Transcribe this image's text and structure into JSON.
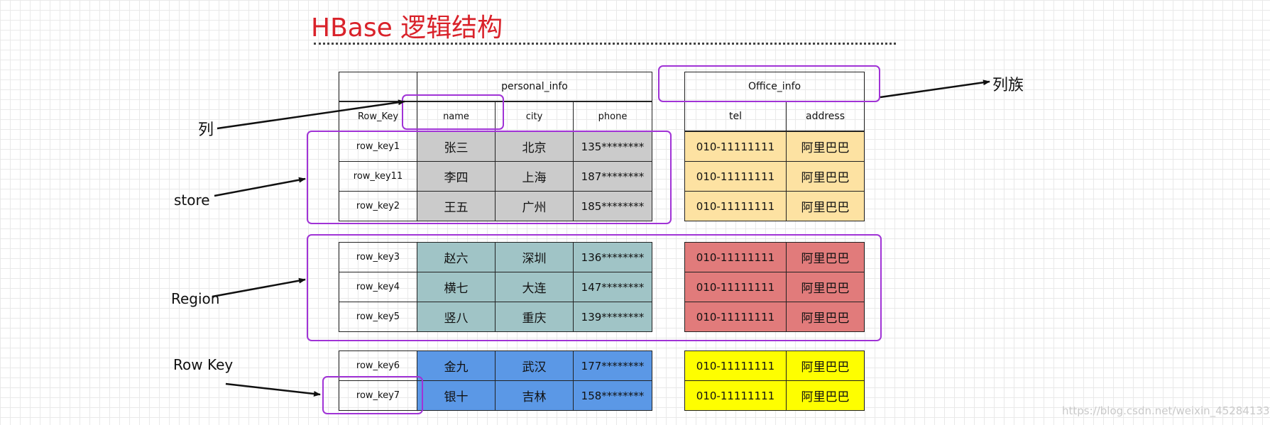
{
  "title": "HBase 逻辑结构",
  "table": {
    "row_key_header": "Row_Key",
    "family_personal": "personal_info",
    "family_office": "Office_info",
    "personal_columns": [
      "name",
      "city",
      "phone"
    ],
    "office_columns": [
      "tel",
      "address"
    ],
    "rows": [
      {
        "key": "row_key1",
        "name": "张三",
        "city": "北京",
        "phone": "135********",
        "tel": "010-11111111",
        "address": "阿里巴巴"
      },
      {
        "key": "row_key11",
        "name": "李四",
        "city": "上海",
        "phone": "187********",
        "tel": "010-11111111",
        "address": "阿里巴巴"
      },
      {
        "key": "row_key2",
        "name": "王五",
        "city": "广州",
        "phone": "185********",
        "tel": "010-11111111",
        "address": "阿里巴巴"
      },
      {
        "key": "row_key3",
        "name": "赵六",
        "city": "深圳",
        "phone": "136********",
        "tel": "010-11111111",
        "address": "阿里巴巴"
      },
      {
        "key": "row_key4",
        "name": "横七",
        "city": "大连",
        "phone": "147********",
        "tel": "010-11111111",
        "address": "阿里巴巴"
      },
      {
        "key": "row_key5",
        "name": "竖八",
        "city": "重庆",
        "phone": "139********",
        "tel": "010-11111111",
        "address": "阿里巴巴"
      },
      {
        "key": "row_key6",
        "name": "金九",
        "city": "武汉",
        "phone": "177********",
        "tel": "010-11111111",
        "address": "阿里巴巴"
      },
      {
        "key": "row_key7",
        "name": "银十",
        "city": "吉林",
        "phone": "158********",
        "tel": "010-11111111",
        "address": "阿里巴巴"
      }
    ]
  },
  "annotations": {
    "column": "列",
    "column_family": "列族",
    "store": "store",
    "region": "Region",
    "row_key": "Row Key"
  },
  "watermark": "https://blog.csdn.net/weixin_45284133",
  "colors": {
    "title": "#d9222a",
    "highlight": "#a033d6",
    "group1_personal": "#cbcbcb",
    "group2_personal": "#a0c4c6",
    "group3_personal": "#5b98e6",
    "group1_office": "#fde2a2",
    "group2_office": "#e17b7b",
    "group3_office": "#fefe00"
  }
}
